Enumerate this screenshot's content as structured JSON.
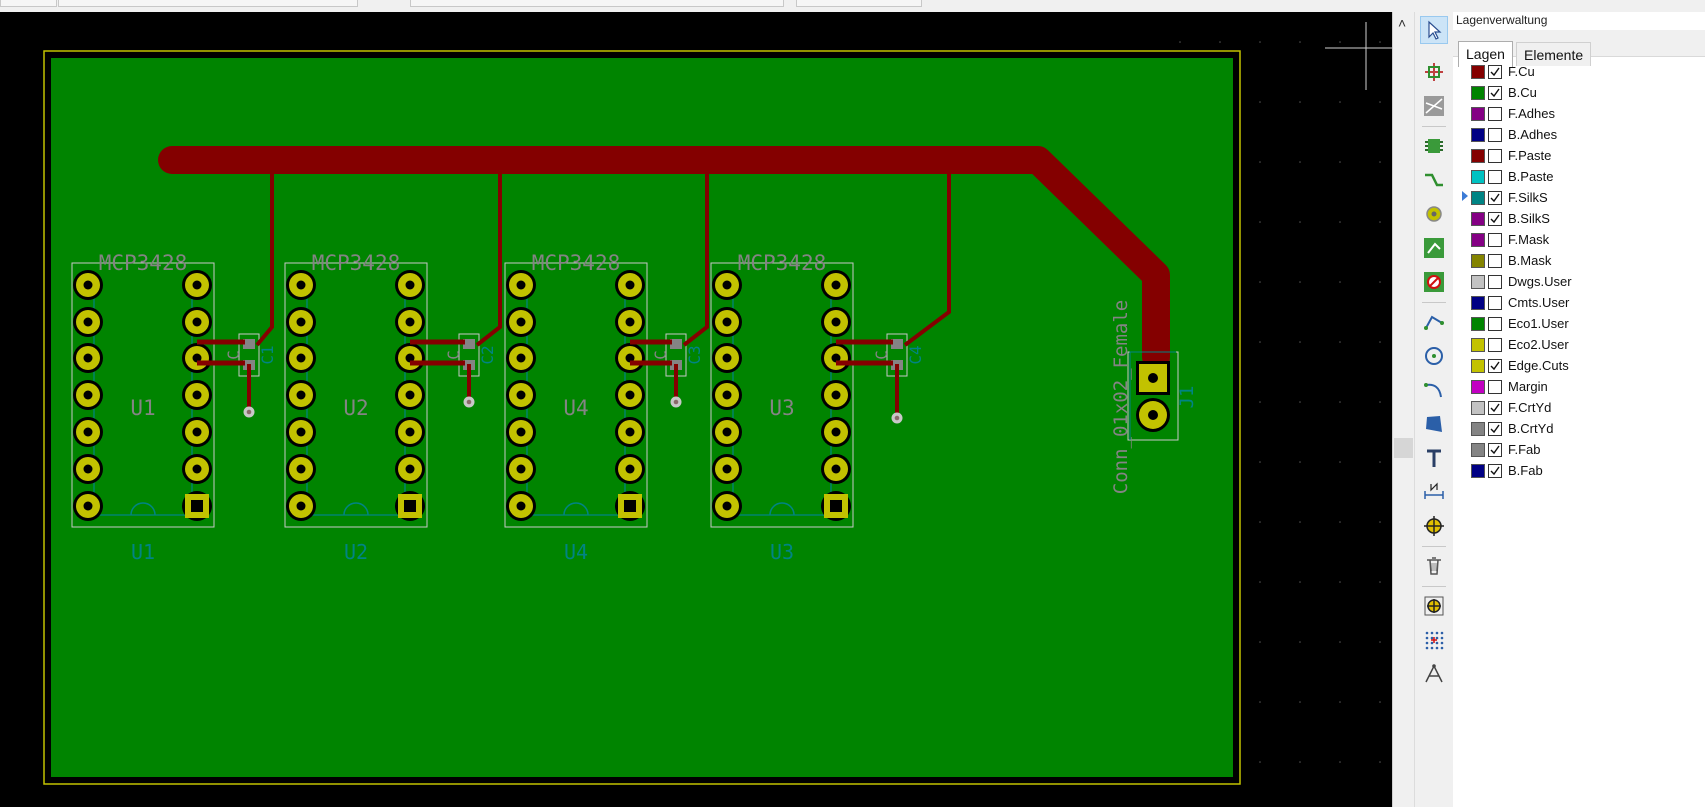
{
  "panel": {
    "title": "Lagenverwaltung",
    "tabs": [
      {
        "label": "Lagen",
        "active": true
      },
      {
        "label": "Elemente",
        "active": false
      }
    ],
    "layers": [
      {
        "name": "F.Cu",
        "color": "#840000",
        "checked": true
      },
      {
        "name": "B.Cu",
        "color": "#008400",
        "checked": true
      },
      {
        "name": "F.Adhes",
        "color": "#840084",
        "checked": false
      },
      {
        "name": "B.Adhes",
        "color": "#000084",
        "checked": false
      },
      {
        "name": "F.Paste",
        "color": "#840000",
        "checked": false
      },
      {
        "name": "B.Paste",
        "color": "#00c2c2",
        "checked": false
      },
      {
        "name": "F.SilkS",
        "color": "#008484",
        "checked": true,
        "current": true
      },
      {
        "name": "B.SilkS",
        "color": "#840084",
        "checked": true
      },
      {
        "name": "F.Mask",
        "color": "#840084",
        "checked": false
      },
      {
        "name": "B.Mask",
        "color": "#848400",
        "checked": false
      },
      {
        "name": "Dwgs.User",
        "color": "#c2c2c2",
        "checked": false
      },
      {
        "name": "Cmts.User",
        "color": "#000084",
        "checked": false
      },
      {
        "name": "Eco1.User",
        "color": "#008400",
        "checked": false
      },
      {
        "name": "Eco2.User",
        "color": "#c2c200",
        "checked": false
      },
      {
        "name": "Edge.Cuts",
        "color": "#c2c200",
        "checked": true
      },
      {
        "name": "Margin",
        "color": "#c200c2",
        "checked": false
      },
      {
        "name": "F.CrtYd",
        "color": "#c2c2c2",
        "checked": true
      },
      {
        "name": "B.CrtYd",
        "color": "#848484",
        "checked": true
      },
      {
        "name": "F.Fab",
        "color": "#848484",
        "checked": true
      },
      {
        "name": "B.Fab",
        "color": "#000084",
        "checked": true
      }
    ]
  },
  "board": {
    "colors": {
      "edge": "#c2c200",
      "fill": "#008400",
      "copper": "#840000",
      "pad": "#c2c200",
      "silk": "#848484",
      "fab": "#008484"
    },
    "components": [
      {
        "value": "MCP3428",
        "ref": "U1",
        "fab_ref": "U1"
      },
      {
        "value": "MCP3428",
        "ref": "U2",
        "fab_ref": "U2"
      },
      {
        "value": "MCP3428",
        "ref": "U4",
        "fab_ref": "U4"
      },
      {
        "value": "MCP3428",
        "ref": "U3",
        "fab_ref": "U3"
      }
    ],
    "capacitors": [
      {
        "value": "C",
        "ref": "C1"
      },
      {
        "value": "C",
        "ref": "C2"
      },
      {
        "value": "C",
        "ref": "C3"
      },
      {
        "value": "C",
        "ref": "C4"
      }
    ],
    "connector": {
      "value": "Conn_01x02_Female",
      "ref": "J1"
    }
  },
  "toolbar": {
    "icons": [
      "select-arrow-icon",
      "highlight-net-icon",
      "ratsnest-icon",
      "add-footprint-icon",
      "route-track-icon",
      "add-via-icon",
      "add-zone-icon",
      "keepout-area-icon",
      "add-line-icon",
      "add-circle-icon",
      "add-arc-icon",
      "add-polygon-icon",
      "add-text-icon",
      "add-dimension-icon",
      "add-target-icon",
      "delete-icon",
      "drill-origin-icon",
      "grid-origin-icon",
      "measure-icon"
    ]
  }
}
